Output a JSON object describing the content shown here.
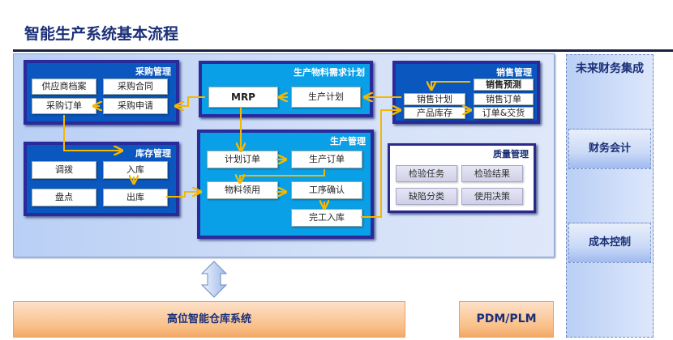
{
  "title": "智能生产系统基本流程",
  "groups": {
    "purchase": {
      "label": "采购管理",
      "items": [
        "供应商档案",
        "采购合同",
        "采购订单",
        "采购申请"
      ]
    },
    "mrp_plan": {
      "label": "生产物料需求计划",
      "items": [
        "MRP",
        "生产计划"
      ]
    },
    "sales": {
      "label": "销售管理",
      "items": [
        "销售预测",
        "销售计划",
        "销售订单",
        "产品库存",
        "订单&交货"
      ]
    },
    "inventory": {
      "label": "库存管理",
      "items": [
        "调拨",
        "入库",
        "盘点",
        "出库"
      ]
    },
    "production": {
      "label": "生产管理",
      "items": [
        "计划订单",
        "生产订单",
        "物料领用",
        "工序确认",
        "完工入库"
      ]
    },
    "quality": {
      "label": "质量管理",
      "items": [
        "检验任务",
        "检验结果",
        "缺陷分类",
        "使用决策"
      ]
    }
  },
  "finance": {
    "label": "未来财务集成",
    "items": [
      "财务会计",
      "成本控制"
    ]
  },
  "bottom": {
    "warehouse": "高位智能仓库系统",
    "pdm": "PDM/PLM"
  },
  "colors": {
    "connector": "#f5b800",
    "title": "#1a2f78"
  }
}
